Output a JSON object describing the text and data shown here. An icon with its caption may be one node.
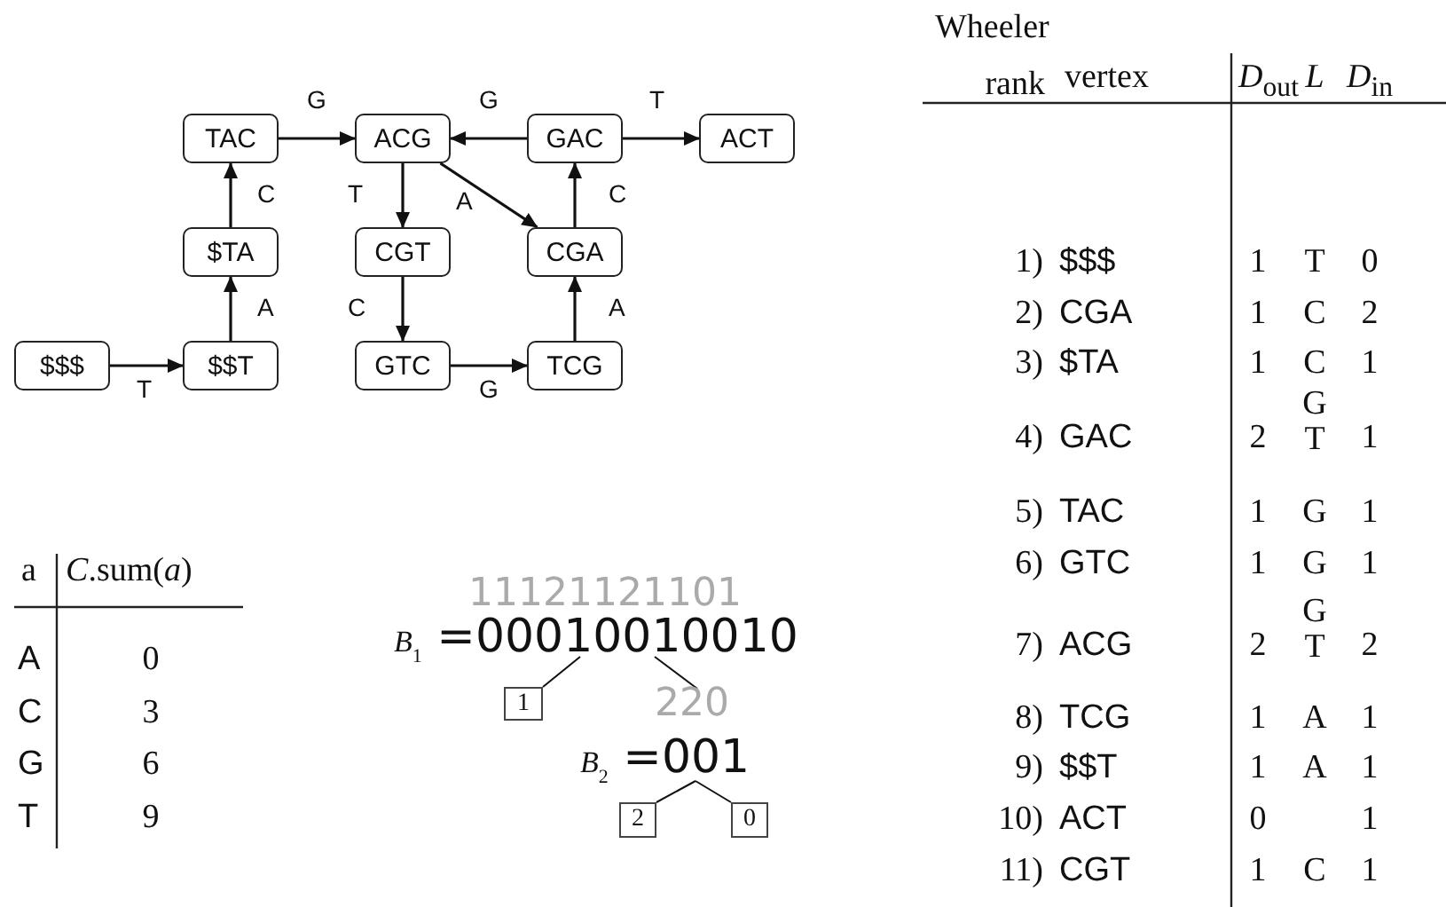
{
  "diagram": {
    "nodes": [
      {
        "text": [
          "TAC"
        ]
      },
      {
        "text": [
          "ACG"
        ]
      },
      {
        "text": [
          "GAC"
        ]
      },
      {
        "text": [
          "ACT"
        ]
      },
      {
        "text": [
          "$TA"
        ]
      },
      {
        "text": [
          "CGT"
        ]
      },
      {
        "text": [
          "CGA"
        ]
      },
      {
        "text": [
          "$$$"
        ]
      },
      {
        "text": [
          "$$T"
        ]
      },
      {
        "text": [
          "GTC"
        ]
      },
      {
        "text": [
          "TCG"
        ]
      },
      {
        "text": [
          "*B*$_{1}$ =00010010010"
        ],
        "beside": [
          "11121121101"
        ]
      },
      {
        "text": [
          "1"
        ]
      },
      {
        "text": [
          "*B*$_{2}$ =001"
        ],
        "beside": [
          "220"
        ]
      },
      {
        "text": [
          "2"
        ]
      },
      {
        "text": [
          "0"
        ]
      }
    ],
    "edges": [
      {
        "from": 0,
        "to": 1,
        "arrow": "to",
        "label": "G"
      },
      {
        "from": 2,
        "to": 1,
        "arrow": "to",
        "label": "G"
      },
      {
        "from": 2,
        "to": 3,
        "arrow": "to",
        "label": "T"
      },
      {
        "from": 4,
        "to": 0,
        "arrow": "to",
        "label": "C"
      },
      {
        "from": 1,
        "to": 5,
        "arrow": "to",
        "label": "T"
      },
      {
        "from": 1,
        "to": 6,
        "arrow": "to",
        "label": "A"
      },
      {
        "from": 6,
        "to": 2,
        "arrow": "to",
        "label": "C"
      },
      {
        "from": 8,
        "to": 4,
        "arrow": "to",
        "label": "A"
      },
      {
        "from": 5,
        "to": 9,
        "arrow": "to",
        "label": "C"
      },
      {
        "from": 10,
        "to": 6,
        "arrow": "to",
        "label": "A"
      },
      {
        "from": 7,
        "to": 8,
        "arrow": "to",
        "label": "T"
      },
      {
        "from": 9,
        "to": 10,
        "arrow": "to",
        "label": "G"
      },
      {
        "from": 11,
        "to": 12,
        "arrow": "none"
      },
      {
        "from": 11,
        "to": 13,
        "arrow": "none"
      },
      {
        "from": 13,
        "to": 14,
        "arrow": "none"
      },
      {
        "from": 13,
        "to": 15,
        "arrow": "none"
      }
    ],
    "labels": [
      "Wheeler rank",
      "vertex",
      "*D*$_{out}$",
      "*L*",
      "*D*$_{in}$",
      "1)",
      "$$$",
      "1",
      "T",
      "0",
      "2)",
      "CGA",
      "1",
      "C",
      "2",
      "3)",
      "$TA",
      "1",
      "C",
      "1",
      "4)",
      "GAC",
      "2",
      "G T",
      "1",
      "5)",
      "TAC",
      "1",
      "G",
      "1",
      "6)",
      "GTC",
      "1",
      "G",
      "1",
      "7)",
      "ACG",
      "2",
      "G T",
      "2",
      "8)",
      "TCG",
      "1",
      "A",
      "1",
      "9)",
      "$$T",
      "1",
      "A",
      "1",
      "10)",
      "ACT",
      "0",
      "1",
      "11)",
      "CGT",
      "1",
      "C",
      "1",
      "a",
      "*C*.sum(*a*)",
      "A",
      "0",
      "C",
      "3",
      "G",
      "6",
      "T",
      "9"
    ]
  }
}
